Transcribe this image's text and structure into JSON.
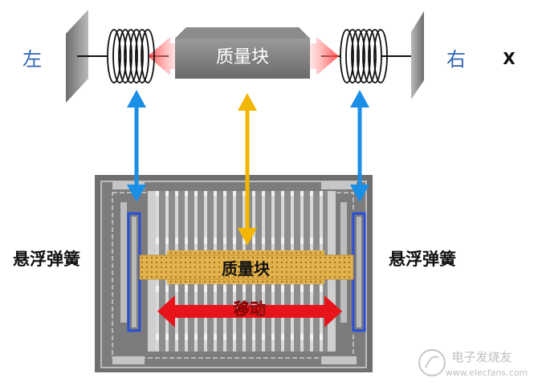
{
  "top_model": {
    "left_label": "左",
    "right_label": "右",
    "axis_label": "X",
    "mass_label": "质量块"
  },
  "device_photo": {
    "mass_label": "质量块",
    "motion_label": "移动"
  },
  "side_labels": {
    "left_spring": "悬浮弹簧",
    "right_spring": "悬浮弹簧"
  },
  "watermark": {
    "brand": "电子发烧友",
    "url": "www.elecfans.com"
  },
  "colors": {
    "blue_arrow": "#1a8fe6",
    "yellow_arrow": "#f2b600",
    "red_arrow": "#e8141b",
    "mass_gold": "#e2b24c",
    "spring_blue": "#2a4fd6",
    "label_blue": "#2e66b3",
    "wall_gray": "#8a8a8a",
    "mass_block_gray": "#707070"
  }
}
